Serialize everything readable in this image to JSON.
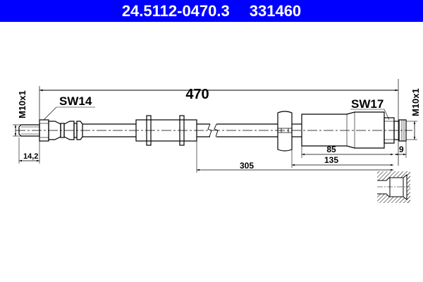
{
  "header": {
    "part_number": "24.5112-0470.3",
    "ref_number": "331460",
    "background_color": "#0000ff",
    "text_color": "#ffffff"
  },
  "drawing": {
    "type": "brake hose technical drawing",
    "overall_length": "470",
    "left_fitting": {
      "wrench_size": "SW14",
      "thread": "M10x1",
      "length": "14,2"
    },
    "right_fitting": {
      "wrench_size": "SW17",
      "thread": "M10x1",
      "length": "9"
    },
    "dimensions": {
      "d_305": "305",
      "d_135": "135",
      "d_85": "85"
    },
    "detail_view": "female port cross-section (hatched)"
  }
}
